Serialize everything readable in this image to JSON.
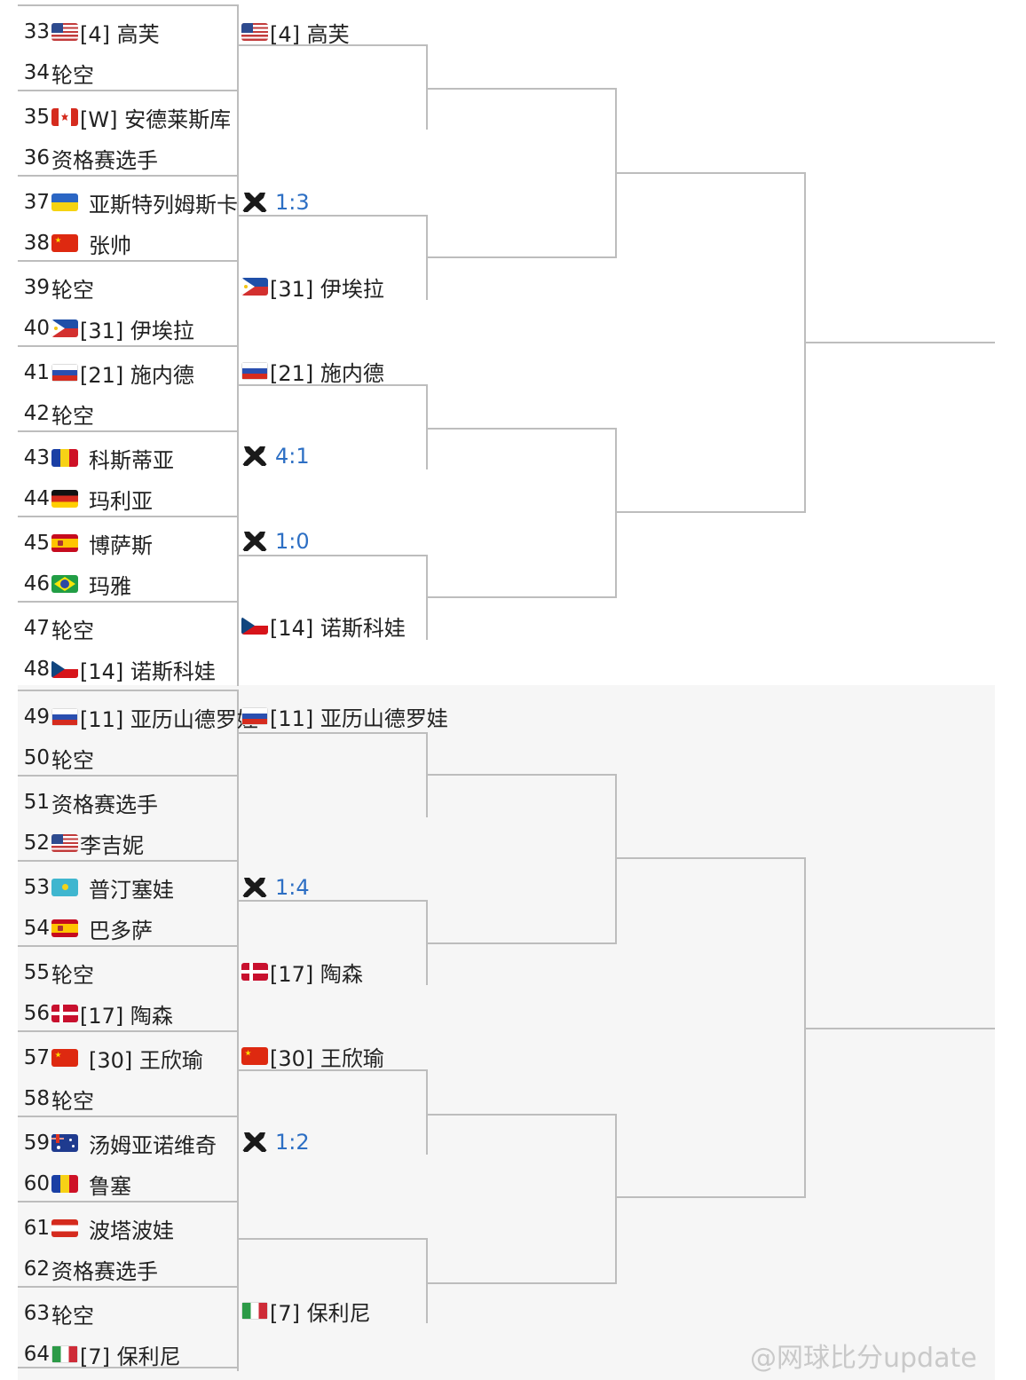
{
  "players": [
    {
      "num": "33",
      "flag": "us",
      "name": "[4] 高芙"
    },
    {
      "num": "34",
      "flag": "",
      "name": "轮空"
    },
    {
      "num": "35",
      "flag": "ca",
      "name": "[W] 安德莱斯库"
    },
    {
      "num": "36",
      "flag": "",
      "name": "资格赛选手"
    },
    {
      "num": "37",
      "flag": "ua",
      "name": "亚斯特列姆斯卡"
    },
    {
      "num": "38",
      "flag": "cn",
      "name": "张帅"
    },
    {
      "num": "39",
      "flag": "",
      "name": "轮空"
    },
    {
      "num": "40",
      "flag": "ph",
      "name": "[31] 伊埃拉"
    },
    {
      "num": "41",
      "flag": "ru",
      "name": "[21] 施内德"
    },
    {
      "num": "42",
      "flag": "",
      "name": "轮空"
    },
    {
      "num": "43",
      "flag": "ro",
      "name": "科斯蒂亚"
    },
    {
      "num": "44",
      "flag": "de",
      "name": "玛利亚"
    },
    {
      "num": "45",
      "flag": "es",
      "name": "博萨斯"
    },
    {
      "num": "46",
      "flag": "br",
      "name": "玛雅"
    },
    {
      "num": "47",
      "flag": "",
      "name": "轮空"
    },
    {
      "num": "48",
      "flag": "cz",
      "name": "[14] 诺斯科娃"
    },
    {
      "num": "49",
      "flag": "ru",
      "name": "[11] 亚历山德罗娃"
    },
    {
      "num": "50",
      "flag": "",
      "name": "轮空"
    },
    {
      "num": "51",
      "flag": "",
      "name": "资格赛选手"
    },
    {
      "num": "52",
      "flag": "us",
      "name": "李吉妮"
    },
    {
      "num": "53",
      "flag": "kz",
      "name": "普汀塞娃"
    },
    {
      "num": "54",
      "flag": "es",
      "name": "巴多萨"
    },
    {
      "num": "55",
      "flag": "",
      "name": "轮空"
    },
    {
      "num": "56",
      "flag": "dk",
      "name": "[17] 陶森"
    },
    {
      "num": "57",
      "flag": "cn",
      "name": "[30] 王欣瑜"
    },
    {
      "num": "58",
      "flag": "",
      "name": "轮空"
    },
    {
      "num": "59",
      "flag": "au",
      "name": "汤姆亚诺维奇"
    },
    {
      "num": "60",
      "flag": "ro",
      "name": "鲁塞"
    },
    {
      "num": "61",
      "flag": "at",
      "name": "波塔波娃"
    },
    {
      "num": "62",
      "flag": "",
      "name": "资格赛选手"
    },
    {
      "num": "63",
      "flag": "",
      "name": "轮空"
    },
    {
      "num": "64",
      "flag": "it",
      "name": "[7] 保利尼"
    }
  ],
  "round2": [
    {
      "type": "player",
      "flag": "us",
      "name": "[4] 高芙"
    },
    {
      "type": "match",
      "score": "1:3"
    },
    {
      "type": "player",
      "flag": "ph",
      "name": "[31] 伊埃拉"
    },
    {
      "type": "player",
      "flag": "ru",
      "name": "[21] 施内德"
    },
    {
      "type": "match",
      "score": "4:1"
    },
    {
      "type": "match",
      "score": "1:0"
    },
    {
      "type": "player",
      "flag": "cz",
      "name": "[14] 诺斯科娃"
    },
    {
      "type": "player",
      "flag": "ru",
      "name": "[11] 亚历山德罗娃"
    },
    {
      "type": "match",
      "score": "1:4"
    },
    {
      "type": "player",
      "flag": "dk",
      "name": "[17] 陶森"
    },
    {
      "type": "player",
      "flag": "cn",
      "name": "[30] 王欣瑜"
    },
    {
      "type": "match",
      "score": "1:2"
    },
    {
      "type": "player",
      "flag": "it",
      "name": "[7] 保利尼"
    }
  ],
  "watermark": "@网球比分update"
}
